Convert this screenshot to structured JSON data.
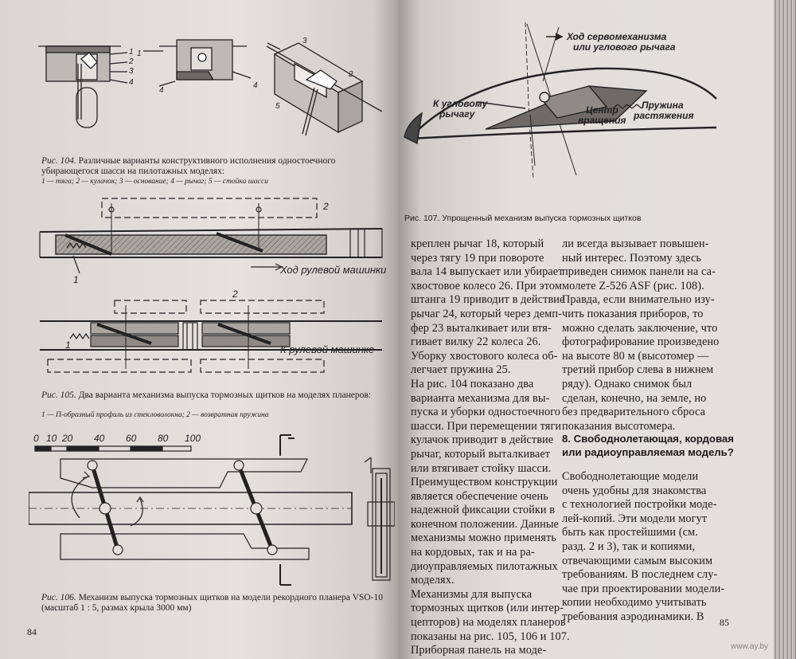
{
  "left_page": {
    "fig104": {
      "caption_lead": "Рис. 104.",
      "caption_text": "Различные варианты конструктивного исполнения одностоечного убирающегося шасси на пилотажных моделях:",
      "legend": "1 — тяга; 2 — кулачок; 3 — основание; 4 — рычаг; 5 — стойка шасси",
      "labels_a": [
        "1",
        "2",
        "3",
        "4"
      ],
      "labels_b": [
        "1",
        "4"
      ],
      "labels_c": [
        "3",
        "2",
        "4",
        "5"
      ]
    },
    "fig105": {
      "label_top": "2",
      "label_left": "1",
      "drive_label_1": "Ход рулевой машинки",
      "label_mid": "2",
      "label_left2": "1",
      "drive_label_2": "К рулевой машинке",
      "caption_lead": "Рис. 105.",
      "caption_text": "Два варианта механизма выпуска тормозных щитков на моделях планеров:",
      "legend": "1 — П-образный профиль из стекловолокна; 2 — возвратная пружина"
    },
    "fig106": {
      "scale_ticks": [
        "0",
        "10",
        "20",
        "40",
        "60",
        "80",
        "100"
      ],
      "caption_lead": "Рис. 106.",
      "caption_text": "Механизм выпуска тормозных щитков на модели рекордного планера VSO-10 (масштаб 1 : 5, размах крыла 3000 мм)"
    },
    "page_number": "84"
  },
  "right_page": {
    "fig107": {
      "label_servo": "Ход сервомеханизма\nили углового рычага",
      "label_lever": "К угловому\nрычагу",
      "label_center": "Центр\nвращения",
      "label_spring": "Пружина\nрастяжения",
      "caption": "Рис. 107. Упрощенный механизм выпуска тормозных щитков"
    },
    "col_left_lines": [
      "креплен рычаг 18, который",
      "через тягу 19 при повороте",
      "вала 14 выпускает или убирает",
      "хвостовое колесо 26. При этом",
      "штанга 19 приводит в действие",
      "рычаг 24, который через демп-",
      "фер 23 выталкивает или втя-",
      "гивает вилку 22 колеса 26.",
      "Уборку хвостового колеса об-",
      "легчает пружина 25.",
      "На рис. 104 показано два",
      "варианта механизма для вы-",
      "пуска и уборки одностоечного",
      "шасси. При перемещении тяги",
      "кулачок приводит в действие",
      "рычаг, который выталкивает",
      "или втягивает стойку шасси.",
      "Преимуществом конструкции",
      "является обеспечение очень",
      "надежной фиксации стойки в",
      "конечном положении. Данные",
      "механизмы можно применять",
      "на кордовых, так и на ра-",
      "диоуправляемых пилотажных",
      "моделях.",
      "Механизмы для выпуска",
      "тормозных щитков (или интер-",
      "цепторов) на моделях планеров",
      "показаны на рис. 105, 106 и 107.",
      "Приборная панель на моде-"
    ],
    "col_right_top_lines": [
      "ли всегда вызывает повышен-",
      "ный интерес. Поэтому здесь",
      "приведен снимок панели на са-",
      "молете Z-526 ASF (рис. 108).",
      "Правда, если внимательно изу-",
      "чить показания приборов, то",
      "можно сделать заключение, что",
      "фотографирование произведено",
      "на высоте 80 м (высотомер —",
      "третий прибор слева в нижнем",
      "ряду). Однако снимок был",
      "сделан, конечно, на земле, но",
      "без предварительного сброса",
      "показания высотомера."
    ],
    "section_heading": "8. Свободнолетающая, кордовая или радиоуправляемая модель?",
    "col_right_bottom_lines": [
      "Свободнолетающие модели",
      "очень удобны для знакомства",
      "с технологией постройки моде-",
      "лей-копий. Эти модели могут",
      "быть как простейшими (см.",
      "разд. 2 и 3), так и копиями,",
      "отвечающими самым высоким",
      "требованиям. В последнем слу-",
      "чае при проектировании модели-",
      "копии необходимо учитывать",
      "требования аэродинамики. В"
    ],
    "page_number": "85",
    "watermark": "www.ay.by"
  },
  "colors": {
    "paper": "#e3e0dc",
    "ink": "#1d1b1a",
    "background": "#3a3532"
  }
}
